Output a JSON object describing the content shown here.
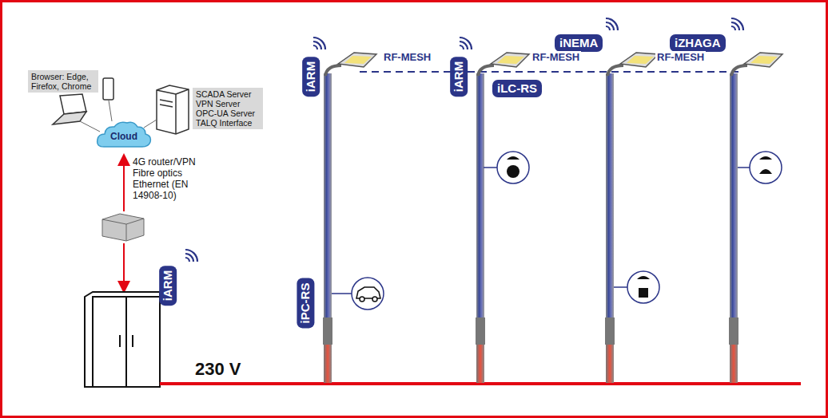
{
  "diagram": {
    "nodes": [
      {
        "text": [
          "Browser: Edge, Firefox, Chrome"
        ]
      },
      {
        "text": [
          "Cloud"
        ]
      },
      {
        "text": [
          "SCADA Server VPN Server OPC-UA Server TALQ Interface"
        ]
      },
      {
        "text": [
          "iARM"
        ]
      },
      {
        "text": [
          "iARM"
        ]
      },
      {
        "text": [
          "iNEMA"
        ]
      },
      {
        "text": [
          "iZHAGA"
        ]
      },
      {
        "text": [
          "iLC-RS"
        ]
      },
      {
        "text": [
          "iARM"
        ]
      },
      {
        "text": [
          "iPC-RS"
        ]
      }
    ],
    "labels": [
      "RF-MESH",
      "RF-MESH",
      "RF-MESH",
      "4G router/VPN Fibre optics Ethernet (EN 14908-10)",
      "230 V"
    ]
  }
}
